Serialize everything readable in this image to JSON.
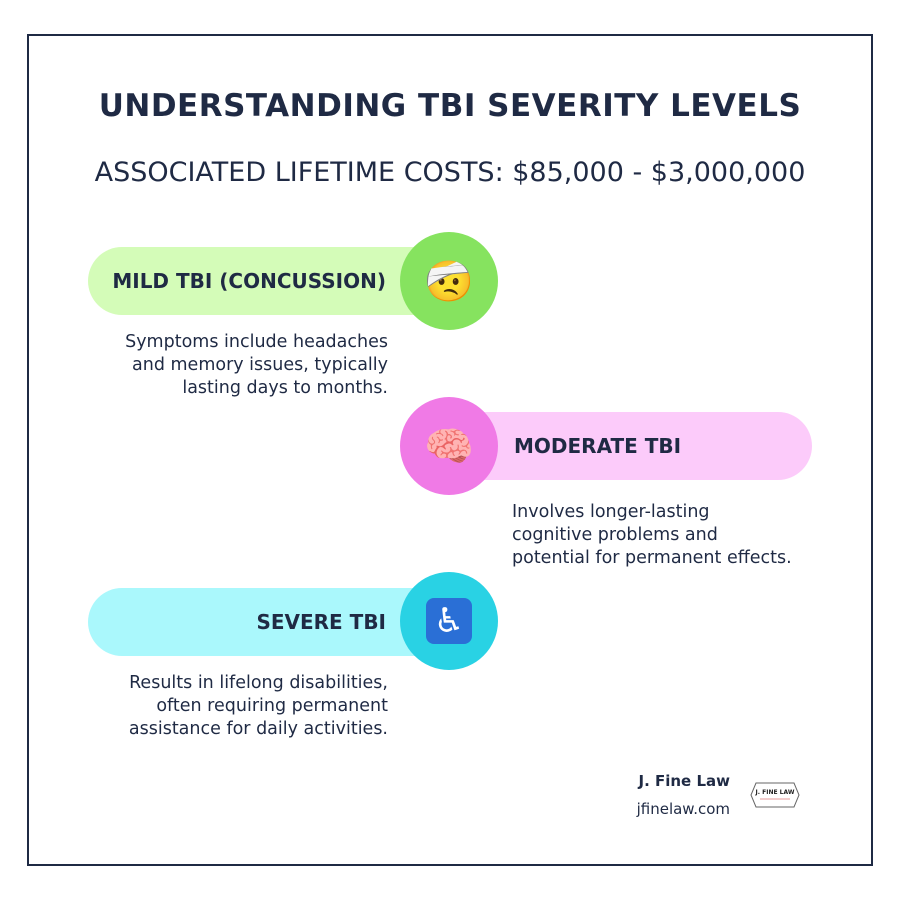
{
  "title": "UNDERSTANDING TBI SEVERITY LEVELS",
  "subtitle": "ASSOCIATED LIFETIME COSTS: $85,000 - $3,000,000",
  "levels": [
    {
      "label": "MILD TBI (CONCUSSION)",
      "icon": "bandaged-face-icon",
      "emoji": "🤕",
      "pill_color": "#d4fcb8",
      "circle_color": "#86e35f",
      "description": [
        "Symptoms include headaches",
        "and memory issues, typically",
        "lasting days to months."
      ]
    },
    {
      "label": "MODERATE TBI",
      "icon": "brain-icon",
      "emoji": "🧠",
      "pill_color": "#fccbfa",
      "circle_color": "#f07ae6",
      "description": [
        "Involves longer-lasting",
        "cognitive problems and",
        "potential for permanent effects."
      ]
    },
    {
      "label": "SEVERE TBI",
      "icon": "wheelchair-icon",
      "emoji": "♿",
      "pill_color": "#aaf8fc",
      "circle_color": "#29d2e4",
      "description": [
        "Results in lifelong disabilities,",
        "often requiring permanent",
        "assistance for daily activities."
      ]
    }
  ],
  "footer": {
    "brand": "J. Fine Law",
    "url": "jfinelaw.com",
    "logo_text": "J. FINE LAW"
  }
}
